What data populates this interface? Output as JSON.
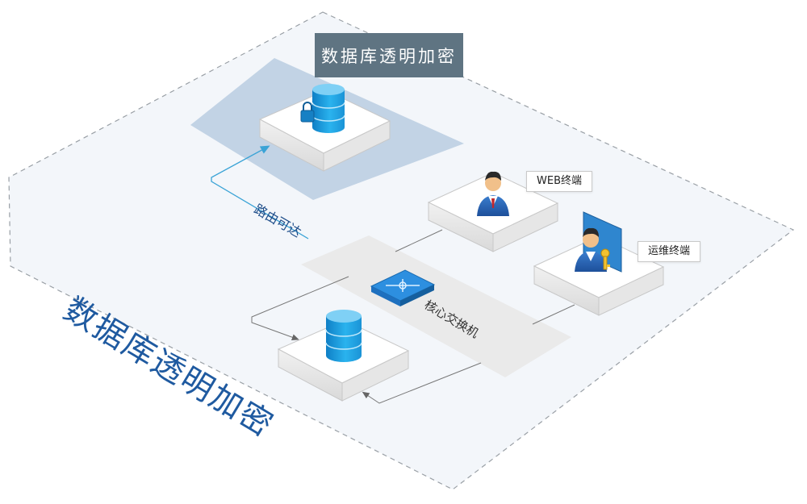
{
  "diagram": {
    "title": "数据库透明加密",
    "banner": "数据库透明加密",
    "route_label": "路由可达",
    "switch_label": "核心交换机",
    "web_terminal_label": "WEB终端",
    "ops_terminal_label": "运维终端"
  },
  "icons": {
    "top_database": "encrypted-database-icon",
    "bottom_database": "database-icon",
    "web_user": "user-icon",
    "ops_user": "admin-key-icon",
    "switch": "network-switch-icon"
  },
  "colors": {
    "zone_fill": "#f3f6fa",
    "zone_border": "#9aa0a6",
    "highlight": "#b9cde0",
    "banner": "#5f7482",
    "title": "#1f5aa0",
    "route_arrow": "#3aa3d6",
    "database": "#1fa6e6",
    "switch": "#2d8fe0"
  }
}
